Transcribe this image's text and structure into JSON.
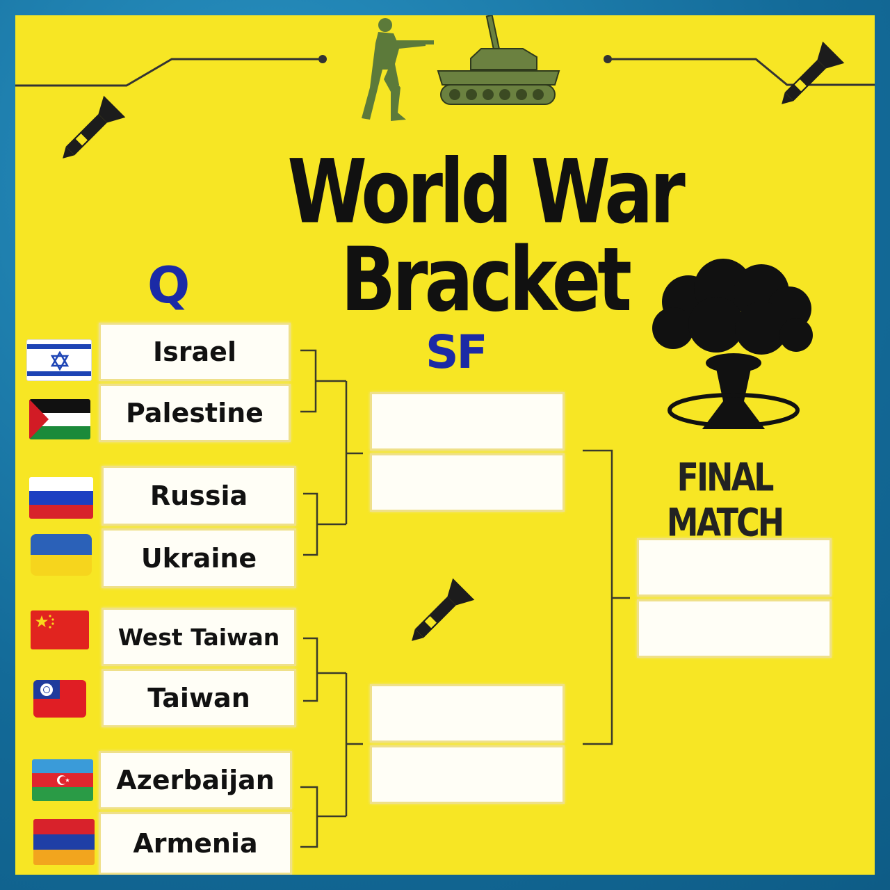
{
  "title": "World War Bracket",
  "rounds": {
    "quarterfinal_label": "Q",
    "semifinal_label": "SF",
    "final_label": "FINAL MATCH"
  },
  "quarterfinals": [
    {
      "name": "Israel",
      "flag": "israel-flag"
    },
    {
      "name": "Palestine",
      "flag": "palestine-flag"
    },
    {
      "name": "Russia",
      "flag": "russia-flag"
    },
    {
      "name": "Ukraine",
      "flag": "ukraine-flag"
    },
    {
      "name": "West Taiwan",
      "flag": "china-flag"
    },
    {
      "name": "Taiwan",
      "flag": "taiwan-flag"
    },
    {
      "name": "Azerbaijan",
      "flag": "azerbaijan-flag"
    },
    {
      "name": "Armenia",
      "flag": "armenia-flag"
    }
  ],
  "semifinals": [
    "",
    "",
    "",
    ""
  ],
  "final": [
    "",
    ""
  ],
  "icons": [
    "soldier-icon",
    "tank-icon",
    "missile-icon",
    "mushroom-cloud-icon"
  ],
  "colors": {
    "background": "#f7e624",
    "frame": "#1a78a8",
    "title": "#111111",
    "round_label": "#1b2aa6"
  }
}
